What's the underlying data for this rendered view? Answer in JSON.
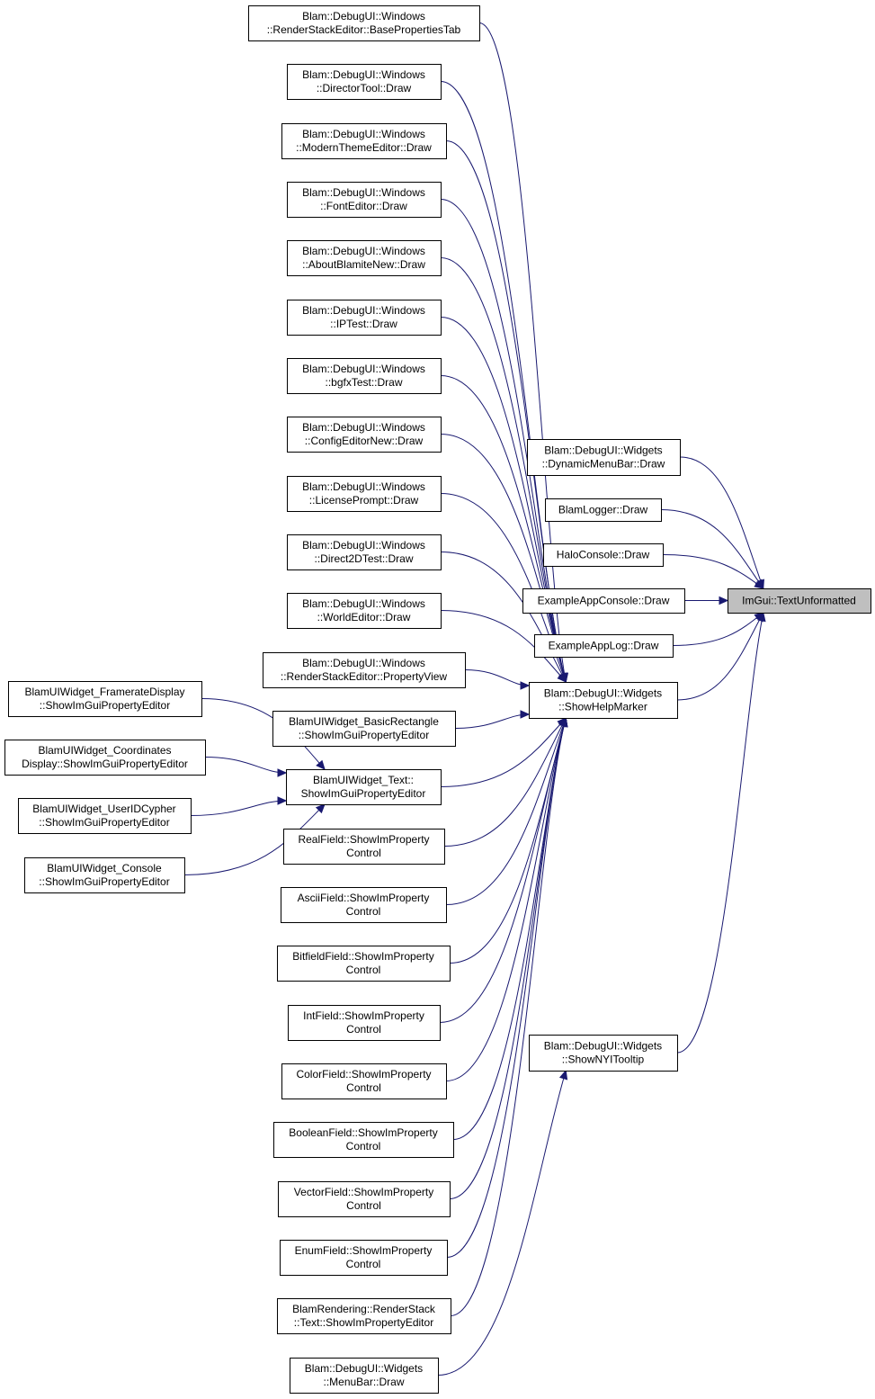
{
  "graph": {
    "root": "textunformatted",
    "nodes": [
      {
        "id": "textunformatted",
        "lines": [
          "ImGui::TextUnformatted"
        ],
        "highlight": true
      },
      {
        "id": "dynamicmenubar",
        "lines": [
          "Blam::DebugUI::Widgets",
          "::DynamicMenuBar::Draw"
        ]
      },
      {
        "id": "blamlogger",
        "lines": [
          "BlamLogger::Draw"
        ]
      },
      {
        "id": "haloconsole",
        "lines": [
          "HaloConsole::Draw"
        ]
      },
      {
        "id": "exampleappconsole",
        "lines": [
          "ExampleAppConsole::Draw"
        ]
      },
      {
        "id": "exampleapplog",
        "lines": [
          "ExampleAppLog::Draw"
        ]
      },
      {
        "id": "showhelpmarker",
        "lines": [
          "Blam::DebugUI::Widgets",
          "::ShowHelpMarker"
        ]
      },
      {
        "id": "shownyitooltip",
        "lines": [
          "Blam::DebugUI::Widgets",
          "::ShowNYITooltip"
        ]
      },
      {
        "id": "basepropertiestab",
        "lines": [
          "Blam::DebugUI::Windows",
          "::RenderStackEditor::BasePropertiesTab"
        ]
      },
      {
        "id": "directortool",
        "lines": [
          "Blam::DebugUI::Windows",
          "::DirectorTool::Draw"
        ]
      },
      {
        "id": "modernthemeeditor",
        "lines": [
          "Blam::DebugUI::Windows",
          "::ModernThemeEditor::Draw"
        ]
      },
      {
        "id": "fonteditor",
        "lines": [
          "Blam::DebugUI::Windows",
          "::FontEditor::Draw"
        ]
      },
      {
        "id": "aboutblamitenew",
        "lines": [
          "Blam::DebugUI::Windows",
          "::AboutBlamiteNew::Draw"
        ]
      },
      {
        "id": "iptest",
        "lines": [
          "Blam::DebugUI::Windows",
          "::IPTest::Draw"
        ]
      },
      {
        "id": "bgfxtest",
        "lines": [
          "Blam::DebugUI::Windows",
          "::bgfxTest::Draw"
        ]
      },
      {
        "id": "configeditornew",
        "lines": [
          "Blam::DebugUI::Windows",
          "::ConfigEditorNew::Draw"
        ]
      },
      {
        "id": "licenseprompt",
        "lines": [
          "Blam::DebugUI::Windows",
          "::LicensePrompt::Draw"
        ]
      },
      {
        "id": "direct2dtest",
        "lines": [
          "Blam::DebugUI::Windows",
          "::Direct2DTest::Draw"
        ]
      },
      {
        "id": "worldeditor",
        "lines": [
          "Blam::DebugUI::Windows",
          "::WorldEditor::Draw"
        ]
      },
      {
        "id": "propertyview",
        "lines": [
          "Blam::DebugUI::Windows",
          "::RenderStackEditor::PropertyView"
        ]
      },
      {
        "id": "basicrectangle",
        "lines": [
          "BlamUIWidget_BasicRectangle",
          "::ShowImGuiPropertyEditor"
        ]
      },
      {
        "id": "widgettext",
        "lines": [
          "BlamUIWidget_Text::",
          "ShowImGuiPropertyEditor"
        ]
      },
      {
        "id": "realfield",
        "lines": [
          "RealField::ShowImProperty",
          "Control"
        ]
      },
      {
        "id": "asciifield",
        "lines": [
          "AsciiField::ShowImProperty",
          "Control"
        ]
      },
      {
        "id": "bitfieldfield",
        "lines": [
          "BitfieldField::ShowImProperty",
          "Control"
        ]
      },
      {
        "id": "intfield",
        "lines": [
          "IntField::ShowImProperty",
          "Control"
        ]
      },
      {
        "id": "colorfield",
        "lines": [
          "ColorField::ShowImProperty",
          "Control"
        ]
      },
      {
        "id": "booleanfield",
        "lines": [
          "BooleanField::ShowImProperty",
          "Control"
        ]
      },
      {
        "id": "vectorfield",
        "lines": [
          "VectorField::ShowImProperty",
          "Control"
        ]
      },
      {
        "id": "enumfield",
        "lines": [
          "EnumField::ShowImProperty",
          "Control"
        ]
      },
      {
        "id": "renderstacktext",
        "lines": [
          "BlamRendering::RenderStack",
          "::Text::ShowImPropertyEditor"
        ]
      },
      {
        "id": "menubar",
        "lines": [
          "Blam::DebugUI::Widgets",
          "::MenuBar::Draw"
        ]
      },
      {
        "id": "frameratedisplay",
        "lines": [
          "BlamUIWidget_FramerateDisplay",
          "::ShowImGuiPropertyEditor"
        ]
      },
      {
        "id": "coordinatesdisplay",
        "lines": [
          "BlamUIWidget_Coordinates",
          "Display::ShowImGuiPropertyEditor"
        ]
      },
      {
        "id": "useridcypher",
        "lines": [
          "BlamUIWidget_UserIDCypher",
          "::ShowImGuiPropertyEditor"
        ]
      },
      {
        "id": "widgetconsole",
        "lines": [
          "BlamUIWidget_Console",
          "::ShowImGuiPropertyEditor"
        ]
      }
    ],
    "edges": [
      {
        "from": "dynamicmenubar",
        "to": "textunformatted"
      },
      {
        "from": "blamlogger",
        "to": "textunformatted"
      },
      {
        "from": "haloconsole",
        "to": "textunformatted"
      },
      {
        "from": "exampleappconsole",
        "to": "textunformatted"
      },
      {
        "from": "exampleapplog",
        "to": "textunformatted"
      },
      {
        "from": "showhelpmarker",
        "to": "textunformatted"
      },
      {
        "from": "shownyitooltip",
        "to": "textunformatted"
      },
      {
        "from": "basepropertiestab",
        "to": "showhelpmarker"
      },
      {
        "from": "directortool",
        "to": "showhelpmarker"
      },
      {
        "from": "modernthemeeditor",
        "to": "showhelpmarker"
      },
      {
        "from": "fonteditor",
        "to": "showhelpmarker"
      },
      {
        "from": "aboutblamitenew",
        "to": "showhelpmarker"
      },
      {
        "from": "iptest",
        "to": "showhelpmarker"
      },
      {
        "from": "bgfxtest",
        "to": "showhelpmarker"
      },
      {
        "from": "configeditornew",
        "to": "showhelpmarker"
      },
      {
        "from": "licenseprompt",
        "to": "showhelpmarker"
      },
      {
        "from": "direct2dtest",
        "to": "showhelpmarker"
      },
      {
        "from": "worldeditor",
        "to": "showhelpmarker"
      },
      {
        "from": "propertyview",
        "to": "showhelpmarker"
      },
      {
        "from": "basicrectangle",
        "to": "showhelpmarker"
      },
      {
        "from": "widgettext",
        "to": "showhelpmarker"
      },
      {
        "from": "realfield",
        "to": "showhelpmarker"
      },
      {
        "from": "asciifield",
        "to": "showhelpmarker"
      },
      {
        "from": "bitfieldfield",
        "to": "showhelpmarker"
      },
      {
        "from": "intfield",
        "to": "showhelpmarker"
      },
      {
        "from": "colorfield",
        "to": "showhelpmarker"
      },
      {
        "from": "booleanfield",
        "to": "showhelpmarker"
      },
      {
        "from": "vectorfield",
        "to": "showhelpmarker"
      },
      {
        "from": "enumfield",
        "to": "showhelpmarker"
      },
      {
        "from": "renderstacktext",
        "to": "showhelpmarker"
      },
      {
        "from": "menubar",
        "to": "shownyitooltip"
      },
      {
        "from": "frameratedisplay",
        "to": "widgettext"
      },
      {
        "from": "coordinatesdisplay",
        "to": "widgettext"
      },
      {
        "from": "useridcypher",
        "to": "widgettext"
      },
      {
        "from": "widgetconsole",
        "to": "widgettext"
      }
    ]
  },
  "colors": {
    "edge": "#191970",
    "node_border": "#000000",
    "node_fill": "#ffffff",
    "root_fill": "#bfbfbf"
  }
}
